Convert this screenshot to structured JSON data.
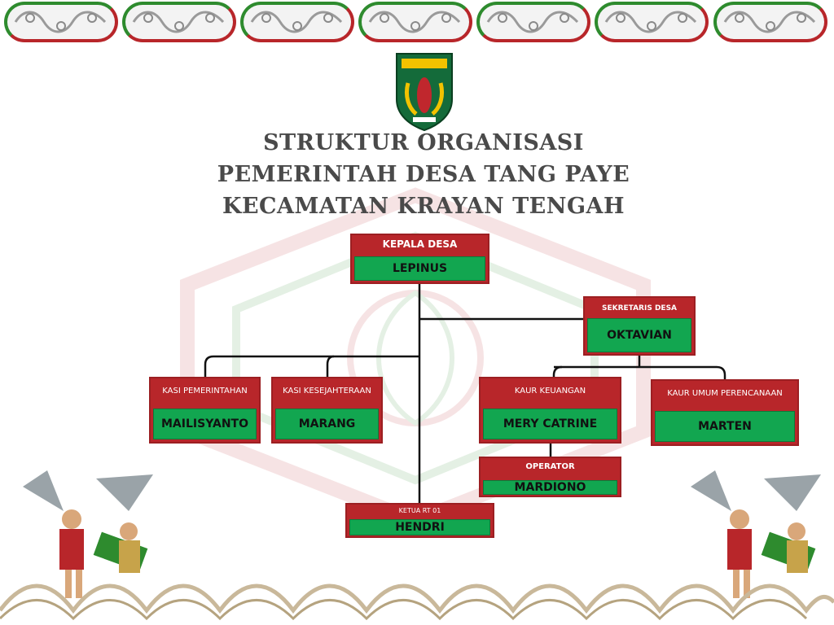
{
  "title": {
    "line1": "STRUKTUR ORGANISASI",
    "line2": "PEMERINTAH DESA TANG PAYE",
    "line3": "KECAMATAN KRAYAN TENGAH"
  },
  "colors": {
    "role_bg": "#b8262a",
    "name_bg": "#12a650",
    "title_text": "#4a4a4a",
    "line": "#111111"
  },
  "org": {
    "kepala_desa": {
      "role": "KEPALA DESA",
      "name": "LEPINUS"
    },
    "sekretaris_desa": {
      "role": "SEKRETARIS DESA",
      "name": "OKTAVIAN"
    },
    "kasi_pemerintahan": {
      "role": "KASI PEMERINTAHAN",
      "name": "MAILISYANTO"
    },
    "kasi_kesejahteraan": {
      "role": "KASI KESEJAHTERAAN",
      "name": "MARANG"
    },
    "kaur_keuangan": {
      "role": "KAUR KEUANGAN",
      "name": "MERY CATRINE"
    },
    "kaur_umum": {
      "role": "KAUR UMUM PERENCANAAN",
      "name": "MARTEN"
    },
    "operator": {
      "role": "OPERATOR",
      "name": "MARDIONO"
    },
    "ketua_rt": {
      "role": "KETUA RT 01",
      "name": "HENDRI"
    }
  },
  "icons": {
    "emblem": "regency-emblem-icon",
    "ornament": "dayak-ornament-icon",
    "dancer": "dayak-dancer-icon"
  }
}
